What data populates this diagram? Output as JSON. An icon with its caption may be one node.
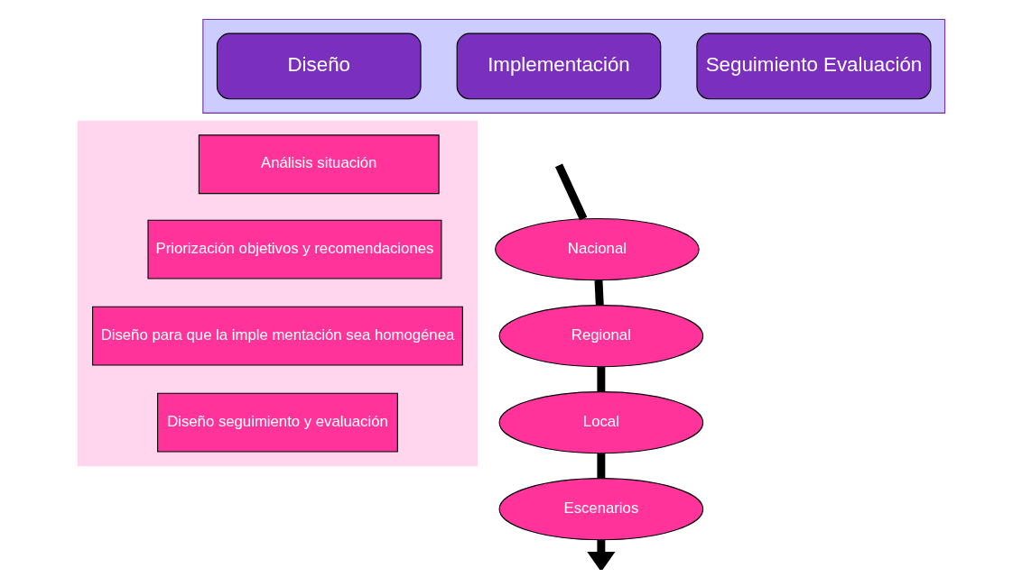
{
  "diagram": {
    "nodes": [
      {
        "text": [],
        "shape": "arrow"
      },
      {
        "text": [
          "Diseño"
        ],
        "in": 0
      },
      {
        "text": [
          "Implementación"
        ],
        "in": 0
      },
      {
        "text": [
          "Seguimiento Evaluación"
        ],
        "in": 0
      },
      {
        "text": [],
        "shape": "trapezoid"
      },
      {
        "text": [
          "Análisis situación"
        ],
        "in": 4
      },
      {
        "text": [
          "Priorización objetivos y recomendaciones"
        ],
        "in": 4
      },
      {
        "text": [
          "Diseño para que la imple mentación sea homogénea"
        ],
        "in": 4
      },
      {
        "text": [
          "Diseño seguimiento y evaluación"
        ],
        "in": 4
      },
      {
        "text": [
          "Nacional"
        ]
      },
      {
        "text": [
          "Regional"
        ]
      },
      {
        "text": [
          "Local"
        ]
      },
      {
        "text": [
          "Escenarios"
        ]
      }
    ],
    "edges": [
      {
        "from": null,
        "to": 9,
        "arrow": "none"
      },
      {
        "from": 9,
        "to": 10,
        "arrow": "none"
      },
      {
        "from": 10,
        "to": 11,
        "arrow": "none"
      },
      {
        "from": 11,
        "to": 12,
        "arrow": "none"
      },
      {
        "from": 12,
        "to": null,
        "arrow": "to"
      }
    ]
  }
}
